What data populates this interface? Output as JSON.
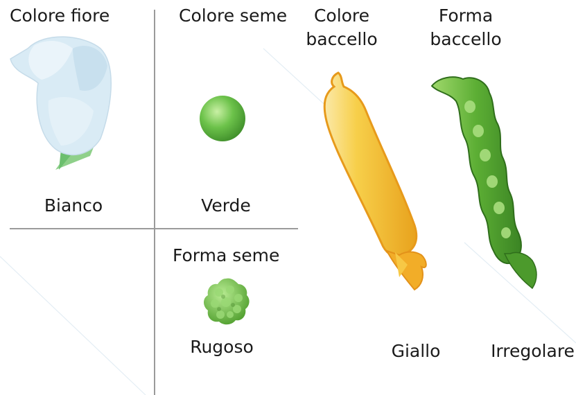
{
  "traits": {
    "flower_color": {
      "title": "Colore fiore",
      "value": "Bianco"
    },
    "seed_color": {
      "title": "Colore seme",
      "value": "Verde"
    },
    "seed_shape": {
      "title": "Forma seme",
      "value": "Rugoso"
    },
    "pod_color": {
      "title_line1": "Colore",
      "title_line2": "baccello",
      "value": "Giallo"
    },
    "pod_shape": {
      "title_line1": "Forma",
      "title_line2": "baccello",
      "value": "Irregolare"
    }
  },
  "colors": {
    "divider": "#9a9a9a",
    "flower": "#dcecf6",
    "seed_green": "#6cc24a",
    "pod_yellow": "#f7c532",
    "pod_green": "#4f9e2d"
  }
}
